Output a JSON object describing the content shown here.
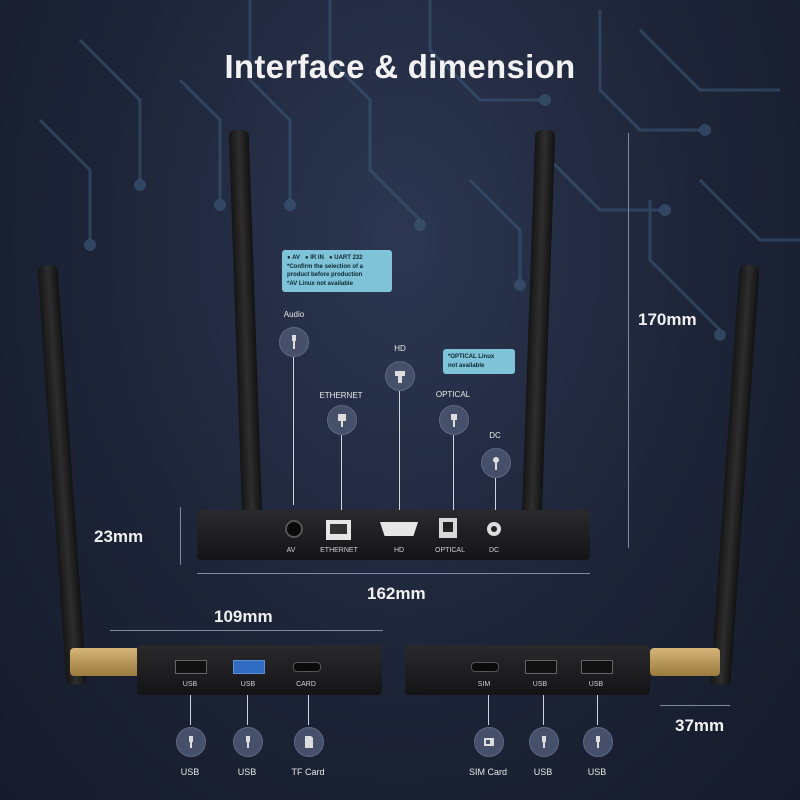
{
  "title": "Interface & dimension",
  "dimensions": {
    "height_antenna": "170mm",
    "height_body": "23mm",
    "width": "162mm",
    "depth": "109mm",
    "side_depth": "37mm"
  },
  "callouts": {
    "av_box": {
      "line1_items": [
        "AV",
        "IR IN",
        "UART 232"
      ],
      "line2": "*Confirm the selection of a",
      "line3": "product before production",
      "line4": "*AV Linux not available"
    },
    "optical_box": {
      "line1": "*OPTICAL Linux",
      "line2": "not available"
    }
  },
  "top_icons": {
    "audio": "Audio",
    "ethernet": "ETHERNET",
    "hd": "HD",
    "optical": "OPTICAL",
    "dc": "DC"
  },
  "rear_ports": {
    "av": "AV",
    "ethernet": "ETHERNET",
    "hd": "HD",
    "optical": "OPTICAL",
    "dc": "DC"
  },
  "left_side_ports": {
    "usb1": "USB",
    "usb2": "USB",
    "card": "CARD"
  },
  "right_side_ports": {
    "sim": "SIM",
    "usb1": "USB",
    "usb2": "USB"
  },
  "bottom_labels": {
    "usb1": "USB",
    "usb2": "USB",
    "tf_card": "TF Card",
    "sim_card": "SIM Card",
    "usb3": "USB",
    "usb4": "USB"
  },
  "colors": {
    "background": "#1d2437",
    "callout": "#7ec3d8",
    "icon_circle": "#46506a",
    "device": "#1b1b1d"
  }
}
